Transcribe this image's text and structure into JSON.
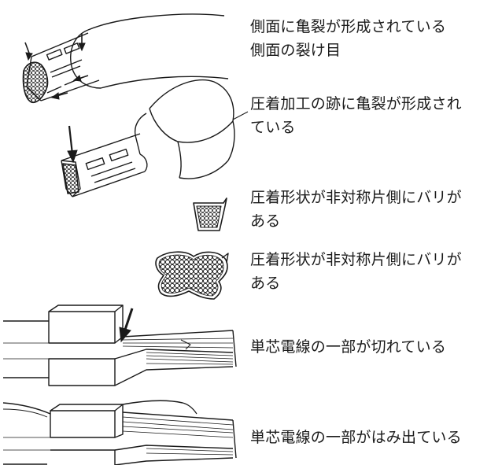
{
  "defects": [
    {
      "lines": [
        "側面に亀裂が形成されている",
        "側面の裂け目"
      ]
    },
    {
      "lines": [
        "圧着加工の跡に亀裂が形成され",
        "ている"
      ]
    },
    {
      "lines": [
        "圧着形状が非対称片側にバリが",
        "ある"
      ]
    },
    {
      "lines": [
        "圧着形状が非対称片側にバリが",
        "ある"
      ]
    },
    {
      "lines": [
        "単芯電線の一部が切れている"
      ]
    },
    {
      "lines": [
        "単芯電線の一部がはみ出ている"
      ]
    }
  ],
  "colors": {
    "ink": "#1a1a1a",
    "background": "#ffffff"
  }
}
